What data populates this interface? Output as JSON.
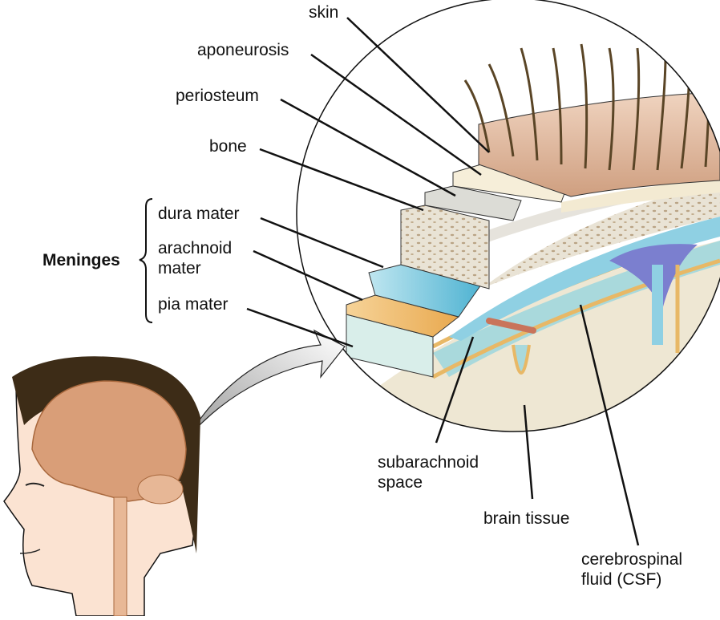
{
  "figure": {
    "title": "Meninges and layers of the scalp and skull",
    "group_label": "Meninges",
    "labels": {
      "skin": "skin",
      "aponeurosis": "aponeurosis",
      "periosteum": "periosteum",
      "bone": "bone",
      "dura_mater": "dura mater",
      "arachnoid_mater": "arachnoid\nmater",
      "pia_mater": "pia mater",
      "subarachnoid_space": "subarachnoid\nspace",
      "brain_tissue": "brain tissue",
      "csf": "cerebrospinal\nfluid (CSF)"
    },
    "colors": {
      "skin": "#d9b196",
      "hair": "#5a4526",
      "aponeurosis": "#f3ead2",
      "periosteum": "#dcdcd6",
      "bone": "#e6e0d2",
      "bone_spots": "#bfa98a",
      "dura": "#7fc6dc",
      "arachnoid": "#f0c27a",
      "subarachnoid": "#9fd3d8",
      "brain": "#f1ead8",
      "sinus": "#7b7fcf",
      "head_hair": "#3d2c17",
      "brain_head": "#d99e78",
      "face": "#fbe3d2"
    }
  }
}
